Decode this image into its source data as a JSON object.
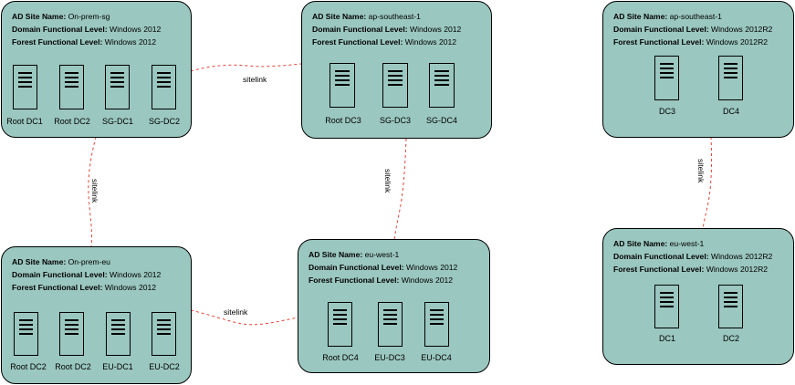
{
  "labels": {
    "site_name": "AD Site Name:",
    "domain_level": "Domain Functional Level:",
    "forest_level": "Forest Functional Level:"
  },
  "sites": [
    {
      "name": "On-prem-sg",
      "domain_level": "Windows 2012",
      "forest_level": "Windows 2012",
      "servers": [
        "Root DC1",
        "Root DC2",
        "SG-DC1",
        "SG-DC2"
      ]
    },
    {
      "name": "ap-southeast-1",
      "domain_level": "Windows 2012",
      "forest_level": "Windows 2012",
      "servers": [
        "Root DC3",
        "SG-DC3",
        "SG-DC4"
      ]
    },
    {
      "name": "On-prem-eu",
      "domain_level": "Windows 2012",
      "forest_level": "Windows 2012",
      "servers": [
        "Root DC2",
        "Root DC2",
        "EU-DC1",
        "EU-DC2"
      ]
    },
    {
      "name": "eu-west-1",
      "domain_level": "Windows 2012",
      "forest_level": "Windows 2012",
      "servers": [
        "Root DC4",
        "EU-DC3",
        "EU-DC4"
      ]
    },
    {
      "name": "ap-southeast-1",
      "domain_level": "Windows 2012R2",
      "forest_level": "Windows 2012R2",
      "servers": [
        "DC3",
        "DC4"
      ]
    },
    {
      "name": "eu-west-1",
      "domain_level": "Windows 2012R2",
      "forest_level": "Windows 2012R2",
      "servers": [
        "DC1",
        "DC2"
      ]
    }
  ],
  "links": [
    {
      "label": "sitelink"
    },
    {
      "label": "sitelink"
    },
    {
      "label": "sitelink"
    },
    {
      "label": "sitelink"
    },
    {
      "label": "sitelink"
    }
  ],
  "colors": {
    "site_fill": "#9ac7bf",
    "link_stroke": "#e0443a",
    "border": "#000000"
  }
}
